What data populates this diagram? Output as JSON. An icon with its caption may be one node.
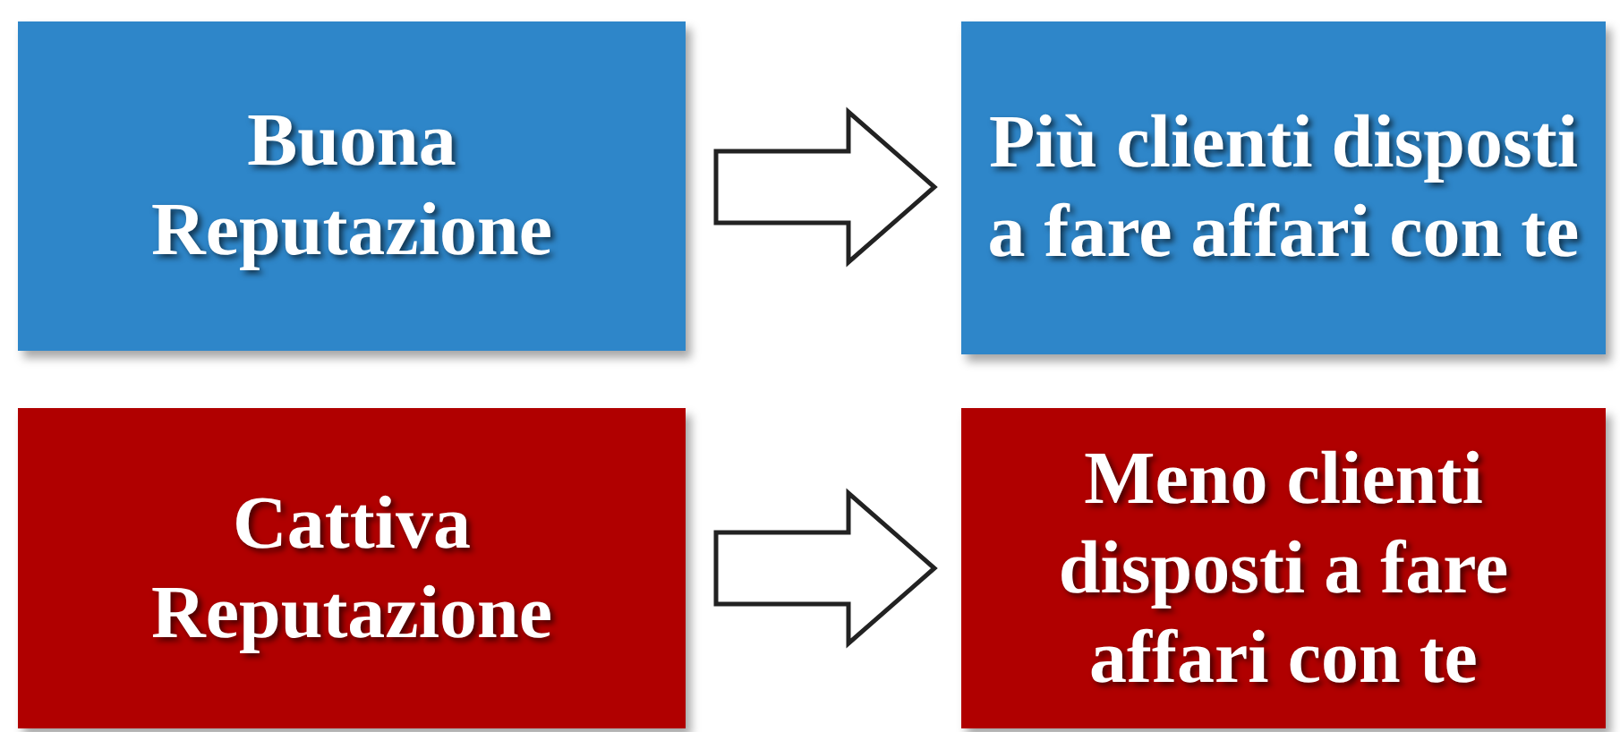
{
  "diagram": {
    "nodes": [
      {
        "text": [
          "Buona Reputazione"
        ]
      },
      {
        "text": [
          "Più clienti disposti a fare affari con te"
        ]
      },
      {
        "text": [
          "Cattiva Reputazione"
        ]
      },
      {
        "text": [
          "Meno clienti disposti a fare affari con te"
        ]
      }
    ],
    "edges": [
      {
        "from": 0,
        "to": 1,
        "arrow": "to"
      },
      {
        "from": 2,
        "to": 3,
        "arrow": "to"
      }
    ]
  }
}
